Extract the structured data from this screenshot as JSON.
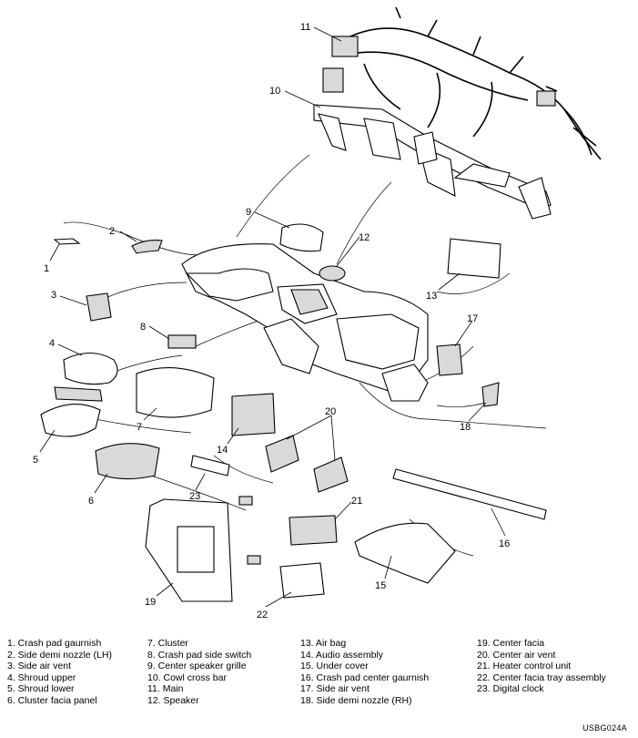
{
  "callouts": [
    "1",
    "2",
    "3",
    "4",
    "5",
    "6",
    "7",
    "8",
    "9",
    "10",
    "11",
    "12",
    "13",
    "14",
    "15",
    "16",
    "17",
    "18",
    "19",
    "20",
    "21",
    "22",
    "23"
  ],
  "legend": {
    "col1": [
      "1. Crash pad gaurnish",
      "2. Side demi nozzle (LH)",
      "3. Side air vent",
      "4. Shroud upper",
      "5. Shroud lower",
      "6. Cluster facia panel"
    ],
    "col2": [
      "7. Cluster",
      "8. Crash pad side switch",
      "9. Center speaker grille",
      "10. Cowl cross bar",
      "11. Main",
      "12. Speaker"
    ],
    "col3": [
      "13. Air bag",
      "14. Audio assembly",
      "15. Under cover",
      "16. Crash pad center gaurnish",
      "17. Side air vent",
      "18. Side demi nozzle (RH)"
    ],
    "col4": [
      "19. Center facia",
      "20. Center air vent",
      "21. Heater control unit",
      "22. Center facia tray assembly",
      "23. Digital clock"
    ]
  },
  "figure_code": "USBG024A"
}
